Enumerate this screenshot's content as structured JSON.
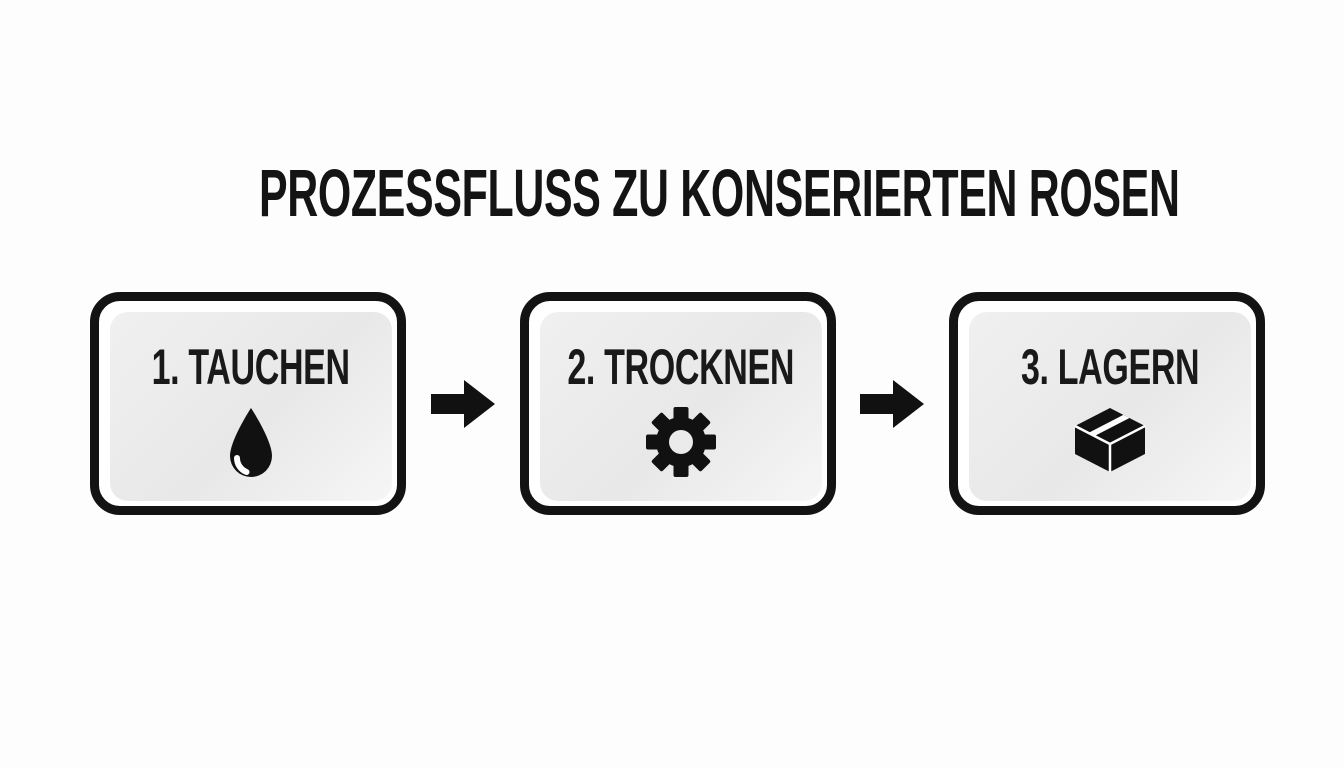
{
  "title": "PROZESSFLUSS ZU KONSERIERTEN ROSEN",
  "steps": [
    {
      "label": "1. TAUCHEN",
      "icon": "water-drop-icon"
    },
    {
      "label": "2. TROCKNEN",
      "icon": "gear-icon"
    },
    {
      "label": "3. LAGERN",
      "icon": "package-box-icon"
    }
  ],
  "connectors": [
    {
      "type": "arrow-right"
    },
    {
      "type": "arrow-right"
    }
  ],
  "colors": {
    "background": "#fdfdfd",
    "box_border": "#131313",
    "box_fill": "#e8e8e8",
    "text": "#141414",
    "icon": "#111111"
  }
}
